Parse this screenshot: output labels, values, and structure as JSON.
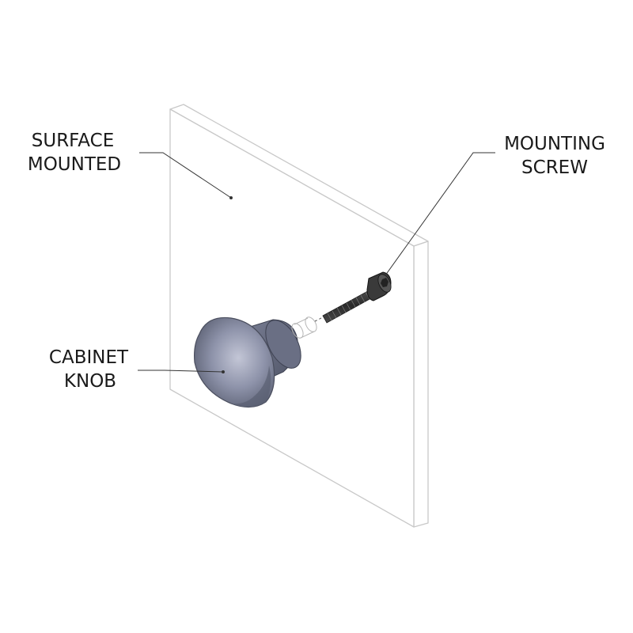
{
  "callouts": {
    "surface": {
      "line1": "SURFACE",
      "line2": "MOUNTED"
    },
    "screw": {
      "line1": "MOUNTING",
      "line2": "SCREW"
    },
    "knob": {
      "line1": "CABINET",
      "line2": "KNOB"
    }
  },
  "colors": {
    "panel_outline": "#c8c8c8",
    "leader_line": "#333333",
    "knob_body": "#8a8fa6",
    "knob_highlight": "#b9bdcf",
    "knob_shadow": "#5d6275",
    "screw_body": "#3a3a3a",
    "label_text": "#1a1a1a"
  }
}
